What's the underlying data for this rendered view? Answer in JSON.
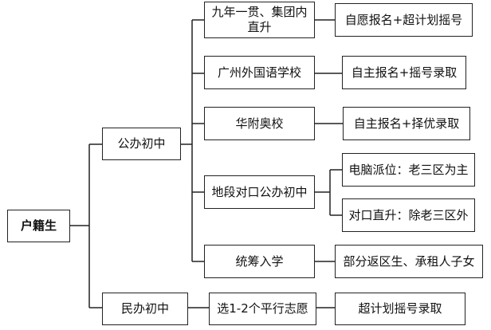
{
  "diagram": {
    "root": {
      "label": "户籍生"
    },
    "public": {
      "label": "公办初中",
      "children": [
        {
          "label": "九年一贯、集团内直升",
          "result": "自愿报名+超计划摇号"
        },
        {
          "label": "广州外国语学校",
          "result": "自主报名+摇号录取"
        },
        {
          "label": "华附奥校",
          "result": "自主报名+择优录取"
        },
        {
          "label": "地段对口公办初中",
          "results": [
            "电脑派位：老三区为主",
            "对口直升：除老三区外"
          ]
        },
        {
          "label": "统筹入学",
          "result": "部分返区生、承租人子女"
        }
      ]
    },
    "private": {
      "label": "民办初中",
      "child": {
        "label": "选1-2个平行志愿",
        "result": "超计划摇号录取"
      }
    }
  }
}
